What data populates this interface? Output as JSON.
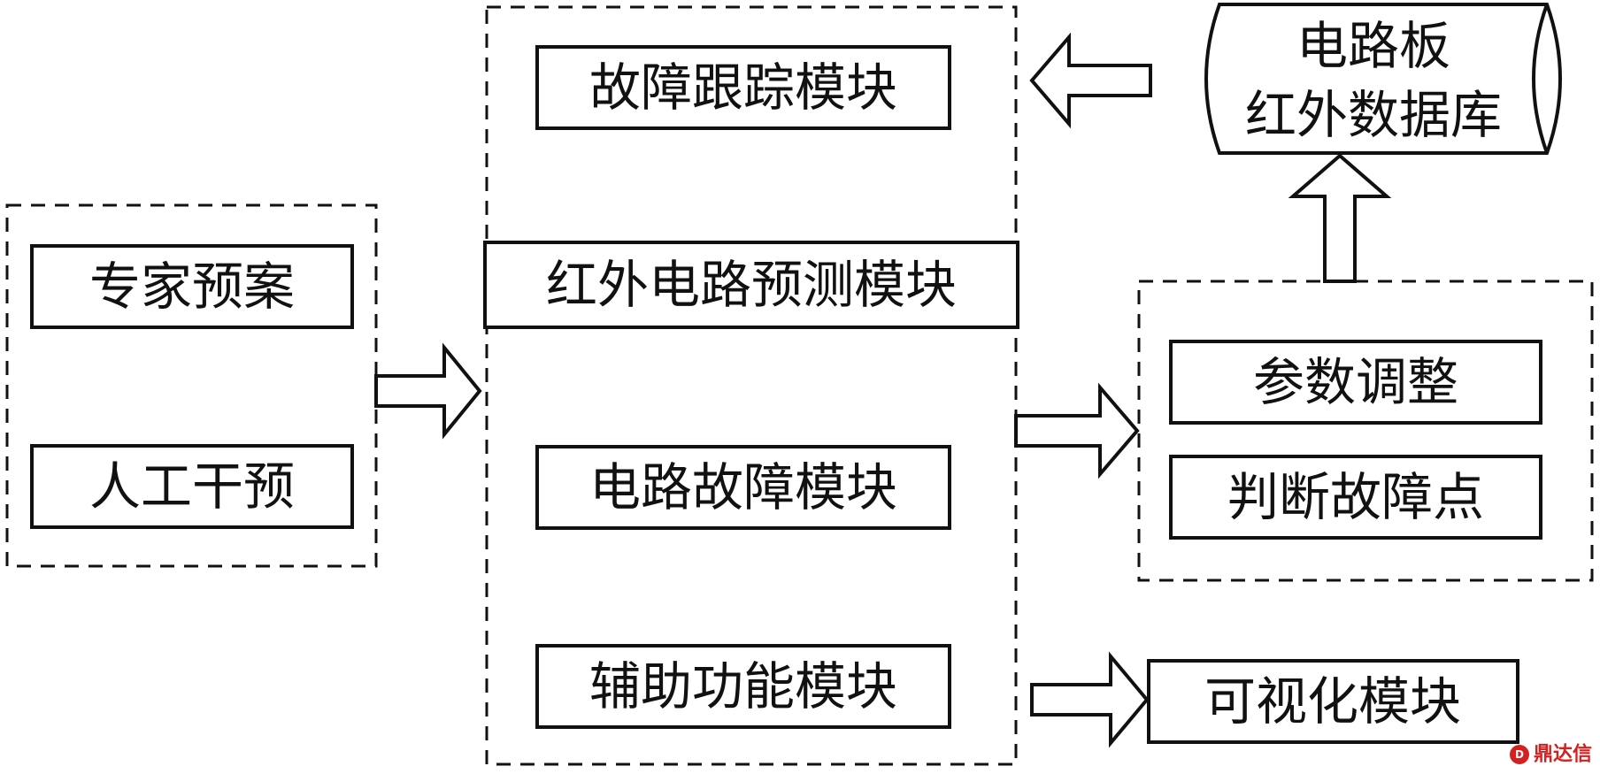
{
  "left_group": {
    "items": [
      "专家预案",
      "人工干预"
    ]
  },
  "center_group": {
    "items": [
      "故障跟踪模块",
      "红外电路预测模块",
      "电路故障模块",
      "辅助功能模块"
    ]
  },
  "database": {
    "lines": [
      "电路板",
      "红外数据库"
    ]
  },
  "right_group": {
    "items": [
      "参数调整",
      "判断故障点"
    ]
  },
  "visualization": {
    "label": "可视化模块"
  },
  "watermark": {
    "text": "鼎达信",
    "color": "#d42020"
  }
}
